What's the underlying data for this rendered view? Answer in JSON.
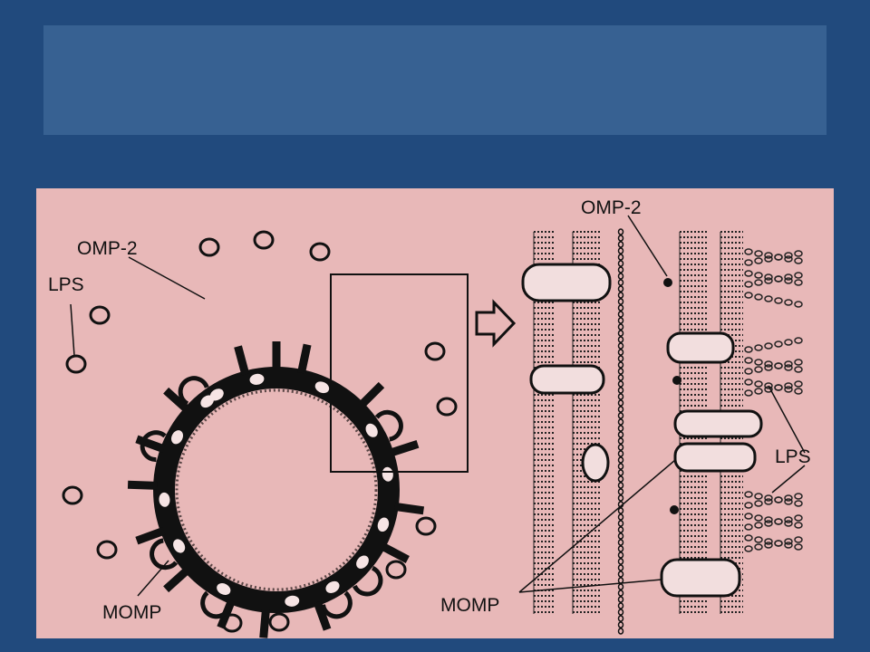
{
  "slide": {
    "title": "",
    "background_color": "#214a7d",
    "title_box_color": "#376192",
    "figure_background": "#e8b8b8"
  },
  "diagram": {
    "labels": {
      "omp2_left": "OMP-2",
      "lps_left": "LPS",
      "momp_left": "MOMP",
      "omp2_right": "OMP-2",
      "lps_right": "LPS",
      "momp_right": "MOMP"
    },
    "arrow_icon": "right-arrow-icon"
  }
}
